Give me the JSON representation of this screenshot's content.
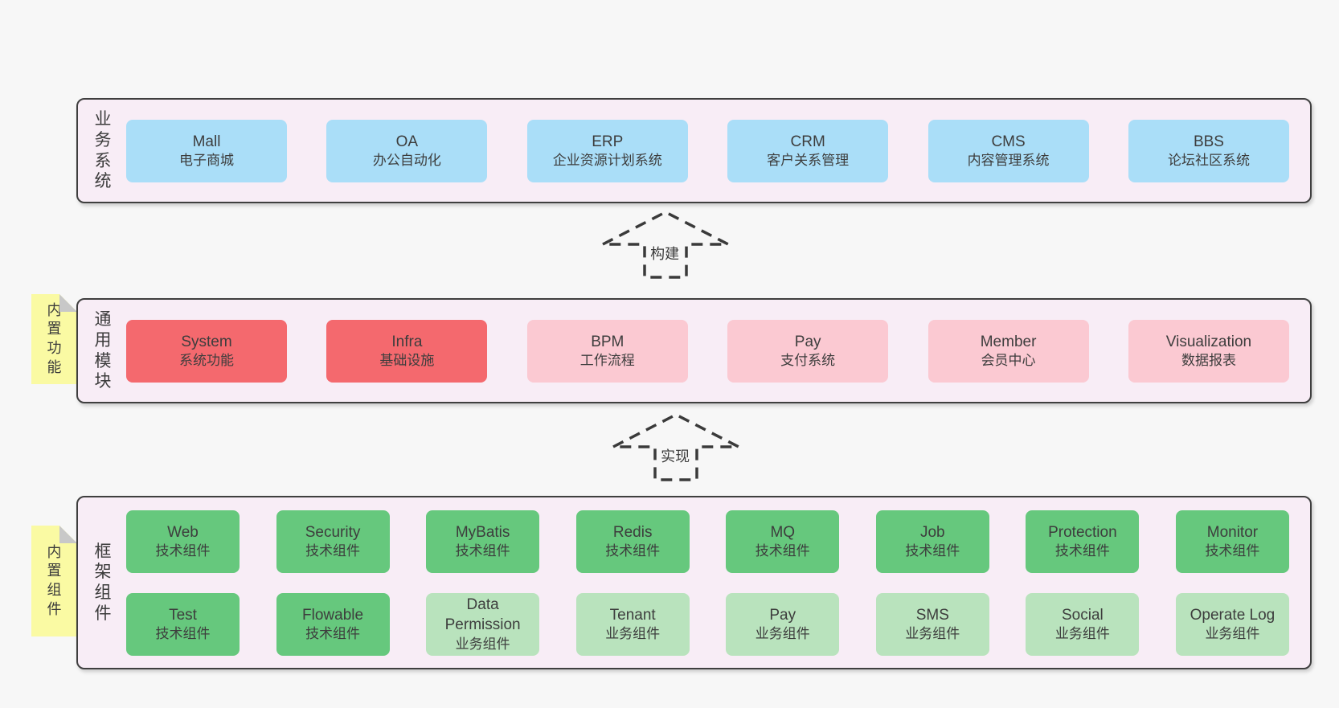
{
  "palette": {
    "background": "#f7f7f7",
    "layer_background": "#f8edf6",
    "layer_border": "#3f3f3f",
    "box_blue": "#aadef8",
    "box_red": "#f4696e",
    "box_pink": "#fbc9d2",
    "box_green": "#66c87d",
    "box_light_green": "#b9e3bd",
    "tab_yellow": "#fafaa3",
    "tab_fold_gray": "#c8c8c8",
    "text": "#3d3d3d",
    "arrow_line": "#3a3a3a"
  },
  "diagram": {
    "layers": [
      {
        "name": "业务系统",
        "boxes": [
          {
            "title": "Mall",
            "subtitle": "电子商城",
            "variant": "blue"
          },
          {
            "title": "OA",
            "subtitle": "办公自动化",
            "variant": "blue"
          },
          {
            "title": "ERP",
            "subtitle": "企业资源计划系统",
            "variant": "blue"
          },
          {
            "title": "CRM",
            "subtitle": "客户关系管理",
            "variant": "blue"
          },
          {
            "title": "CMS",
            "subtitle": "内容管理系统",
            "variant": "blue"
          },
          {
            "title": "BBS",
            "subtitle": "论坛社区系统",
            "variant": "blue"
          }
        ]
      },
      {
        "name": "通用模块",
        "tab": "内置功能",
        "boxes": [
          {
            "title": "System",
            "subtitle": "系统功能",
            "variant": "red"
          },
          {
            "title": "Infra",
            "subtitle": "基础设施",
            "variant": "red"
          },
          {
            "title": "BPM",
            "subtitle": "工作流程",
            "variant": "pink"
          },
          {
            "title": "Pay",
            "subtitle": "支付系统",
            "variant": "pink"
          },
          {
            "title": "Member",
            "subtitle": "会员中心",
            "variant": "pink"
          },
          {
            "title": "Visualization",
            "subtitle": "数据报表",
            "variant": "pink"
          }
        ]
      },
      {
        "name": "框架组件",
        "tab": "内置组件",
        "rows": [
          [
            {
              "title": "Web",
              "subtitle": "技术组件",
              "variant": "green"
            },
            {
              "title": "Security",
              "subtitle": "技术组件",
              "variant": "green"
            },
            {
              "title": "MyBatis",
              "subtitle": "技术组件",
              "variant": "green"
            },
            {
              "title": "Redis",
              "subtitle": "技术组件",
              "variant": "green"
            },
            {
              "title": "MQ",
              "subtitle": "技术组件",
              "variant": "green"
            },
            {
              "title": "Job",
              "subtitle": "技术组件",
              "variant": "green"
            },
            {
              "title": "Protection",
              "subtitle": "技术组件",
              "variant": "green"
            },
            {
              "title": "Monitor",
              "subtitle": "技术组件",
              "variant": "green"
            }
          ],
          [
            {
              "title": "Test",
              "subtitle": "技术组件",
              "variant": "green"
            },
            {
              "title": "Flowable",
              "subtitle": "技术组件",
              "variant": "green"
            },
            {
              "title": "Data Permission",
              "subtitle": "业务组件",
              "variant": "lgreen"
            },
            {
              "title": "Tenant",
              "subtitle": "业务组件",
              "variant": "lgreen"
            },
            {
              "title": "Pay",
              "subtitle": "业务组件",
              "variant": "lgreen"
            },
            {
              "title": "SMS",
              "subtitle": "业务组件",
              "variant": "lgreen"
            },
            {
              "title": "Social",
              "subtitle": "业务组件",
              "variant": "lgreen"
            },
            {
              "title": "Operate Log",
              "subtitle": "业务组件",
              "variant": "lgreen"
            }
          ]
        ]
      }
    ],
    "arrows": [
      {
        "label": "构建"
      },
      {
        "label": "实现"
      }
    ]
  }
}
